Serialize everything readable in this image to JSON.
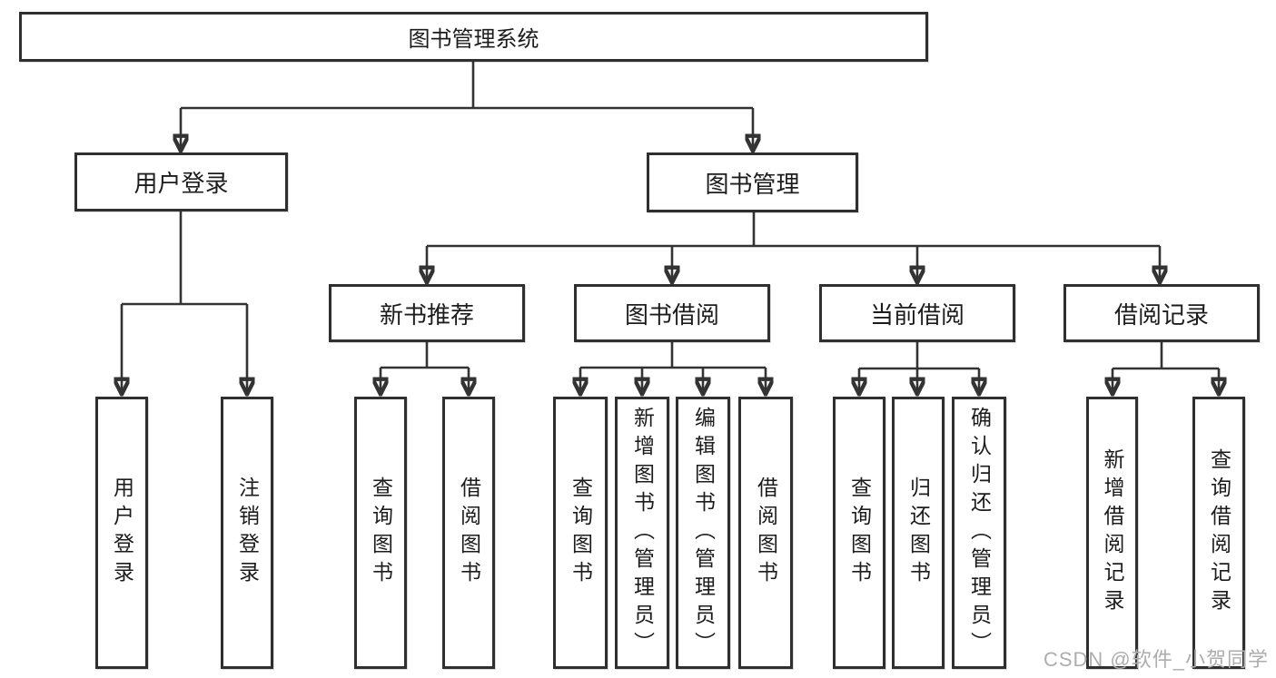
{
  "diagram_title": "图书管理系统",
  "tree": {
    "root": {
      "label": "图书管理系统",
      "children": [
        {
          "label": "用户登录",
          "children": [
            {
              "label": "用户登录"
            },
            {
              "label": "注销登录"
            }
          ]
        },
        {
          "label": "图书管理",
          "children": [
            {
              "label": "新书推荐",
              "children": [
                {
                  "label": "查询图书"
                },
                {
                  "label": "借阅图书"
                }
              ]
            },
            {
              "label": "图书借阅",
              "children": [
                {
                  "label": "查询图书"
                },
                {
                  "label": "新增图书（管理员）"
                },
                {
                  "label": "编辑图书（管理员）"
                },
                {
                  "label": "借阅图书"
                }
              ]
            },
            {
              "label": "当前借阅",
              "children": [
                {
                  "label": "查询图书"
                },
                {
                  "label": "归还图书"
                },
                {
                  "label": "确认归还（管理员）"
                }
              ]
            },
            {
              "label": "借阅记录",
              "children": [
                {
                  "label": "新增借阅记录"
                },
                {
                  "label": "查询借阅记录"
                }
              ]
            }
          ]
        }
      ]
    }
  },
  "watermark": "CSDN @软件_小贺同学",
  "colors": {
    "line": "#333333",
    "box_border": "#2f2f2f",
    "box_bg": "#ffffff",
    "text": "#1c1c1c",
    "watermark": "#adadad"
  }
}
